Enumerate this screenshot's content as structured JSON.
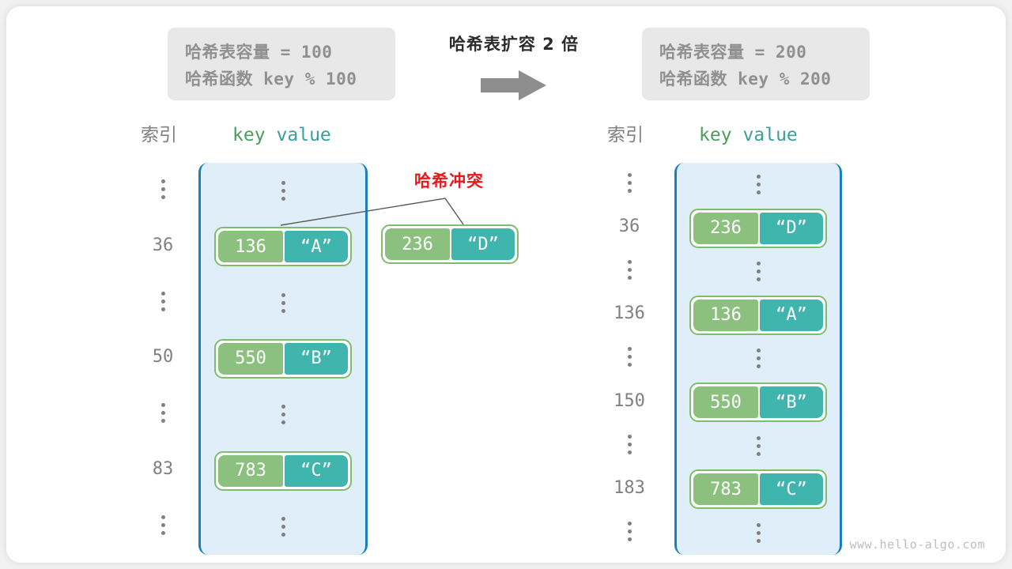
{
  "diagram": {
    "title_middle": "哈希表扩容 2 倍",
    "watermark": "www.hello-algo.com",
    "colors": {
      "key_fill": "#8cc07f",
      "value_fill": "#3fb5ad",
      "bucket_fill": "#e0eefa",
      "bucket_border": "#1a7fc1",
      "pair_border": "#7dbd6c",
      "collision_text": "#e8191b",
      "info_box_fill": "#e8e8e8",
      "info_text": "#909090"
    }
  },
  "left_panel": {
    "info": {
      "line1_label": "哈希表容量",
      "line1_value": " = 100",
      "line2_label": "哈希函数",
      "line2_value": " key % 100"
    },
    "headers": {
      "index": "索引",
      "key": "key",
      "value": "value"
    },
    "indices": [
      "⋮",
      "36",
      "⋮",
      "50",
      "⋮",
      "83",
      "⋮"
    ],
    "rows": [
      {
        "index": "⋮",
        "key": "",
        "value": "",
        "empty": true
      },
      {
        "index": "36",
        "key": "136",
        "value": "“A”",
        "empty": false
      },
      {
        "index": "⋮",
        "key": "",
        "value": "",
        "empty": true
      },
      {
        "index": "50",
        "key": "550",
        "value": "“B”",
        "empty": false
      },
      {
        "index": "⋮",
        "key": "",
        "value": "",
        "empty": true
      },
      {
        "index": "83",
        "key": "783",
        "value": "“C”",
        "empty": false
      },
      {
        "index": "⋮",
        "key": "",
        "value": "",
        "empty": true
      }
    ]
  },
  "right_panel": {
    "info": {
      "line1_label": "哈希表容量",
      "line1_value": " = 200",
      "line2_label": "哈希函数",
      "line2_value": " key % 200"
    },
    "headers": {
      "index": "索引",
      "key": "key",
      "value": "value"
    },
    "indices": [
      "⋮",
      "36",
      "⋮",
      "136",
      "⋮",
      "150",
      "⋮",
      "183",
      "⋮"
    ],
    "rows": [
      {
        "index": "⋮",
        "key": "",
        "value": "",
        "empty": true
      },
      {
        "index": "36",
        "key": "236",
        "value": "“D”",
        "empty": false
      },
      {
        "index": "⋮",
        "key": "",
        "value": "",
        "empty": true
      },
      {
        "index": "136",
        "key": "136",
        "value": "“A”",
        "empty": false
      },
      {
        "index": "⋮",
        "key": "",
        "value": "",
        "empty": true
      },
      {
        "index": "150",
        "key": "550",
        "value": "“B”",
        "empty": false
      },
      {
        "index": "⋮",
        "key": "",
        "value": "",
        "empty": true
      },
      {
        "index": "183",
        "key": "783",
        "value": "“C”",
        "empty": false
      },
      {
        "index": "⋮",
        "key": "",
        "value": "",
        "empty": true
      }
    ]
  },
  "collision": {
    "label": "哈希冲突",
    "pair": {
      "key": "236",
      "value": "“D”"
    }
  }
}
